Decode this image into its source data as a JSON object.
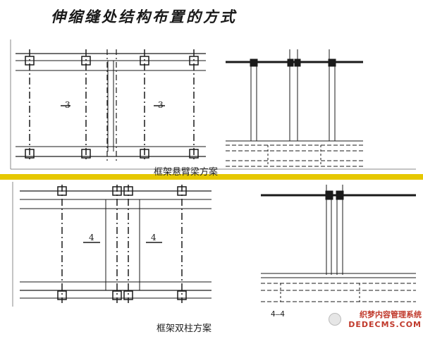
{
  "title": "伸缩缝处结构布置的方式",
  "top_panel": {
    "plan_labels": [
      "3",
      "3"
    ],
    "caption": "框架悬臂梁方案"
  },
  "bottom_panel": {
    "plan_labels": [
      "4",
      "4"
    ],
    "section_label": "4—4",
    "caption": "框架双柱方案"
  },
  "watermark": {
    "line1": "织梦内容管理系统",
    "line2": "DEDECMS.COM"
  },
  "colors": {
    "divider": "#e6c800",
    "ink": "#1a1a1a"
  }
}
